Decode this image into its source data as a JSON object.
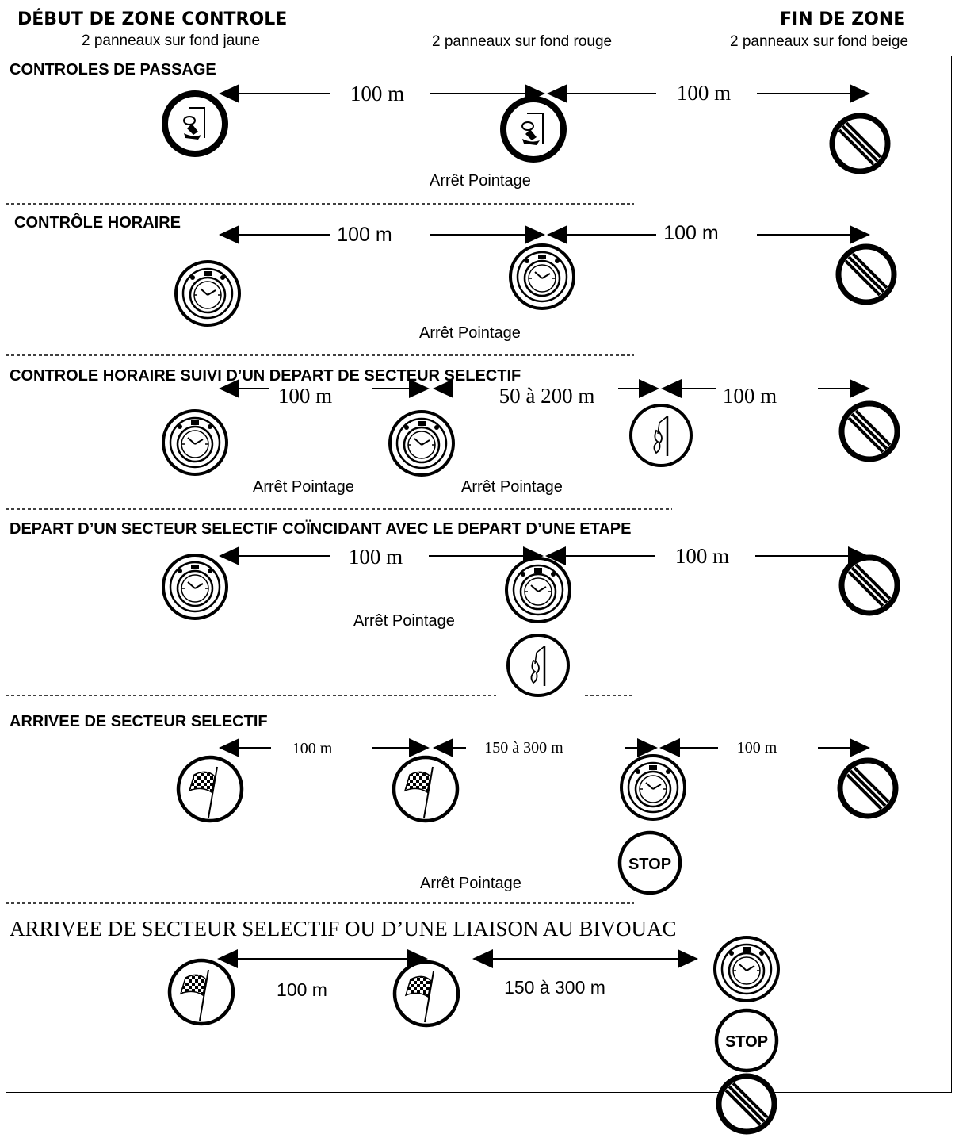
{
  "header": {
    "left_title": "DÉBUT DE ZONE CONTROLE",
    "left_sub": "2 panneaux sur fond jaune",
    "middle_sub": "2 panneaux sur fond rouge",
    "right_title": "FIN DE ZONE",
    "right_sub": "2 panneaux sur fond beige"
  },
  "sections": [
    {
      "title": "CONTROLES DE PASSAGE",
      "distances": [
        "100 m",
        "100 m"
      ],
      "signs": [
        "stamp-sign",
        "stamp-sign",
        "end-zone-sign"
      ],
      "stop_labels": [
        "Arrêt Pointage"
      ]
    },
    {
      "title": "CONTRÔLE HORAIRE",
      "distances": [
        "100 m",
        "100 m"
      ],
      "signs": [
        "clock-sign",
        "clock-sign",
        "end-zone-sign"
      ],
      "stop_labels": [
        "Arrêt Pointage"
      ]
    },
    {
      "title": "CONTROLE HORAIRE SUIVI D’UN DEPART DE SECTEUR SELECTIF",
      "distances": [
        "100 m",
        "50 à 200 m",
        "100 m"
      ],
      "signs": [
        "clock-sign",
        "clock-sign",
        "start-flag-sign",
        "end-zone-sign"
      ],
      "stop_labels": [
        "Arrêt Pointage",
        "Arrêt Pointage"
      ]
    },
    {
      "title": "DEPART D’UN SECTEUR SELECTIF COÏNCIDANT AVEC LE DEPART D’UNE ETAPE",
      "distances": [
        "100 m",
        "100 m"
      ],
      "signs": [
        "clock-sign",
        "clock-sign",
        "start-flag-sign",
        "end-zone-sign"
      ],
      "stop_labels": [
        "Arrêt Pointage"
      ]
    },
    {
      "title": "ARRIVEE DE SECTEUR SELECTIF",
      "distances": [
        "100 m",
        "150 à 300 m",
        "100 m"
      ],
      "signs": [
        "checkered-flag-sign",
        "checkered-flag-sign",
        "clock-sign",
        "stop-sign",
        "end-zone-sign"
      ],
      "stop_labels": [
        "Arrêt Pointage"
      ],
      "stop_text": "STOP"
    },
    {
      "title": "ARRIVEE DE SECTEUR SELECTIF OU D’UNE LIAISON AU BIVOUAC",
      "distances": [
        "100 m",
        "150 à 300 m"
      ],
      "signs": [
        "checkered-flag-sign",
        "checkered-flag-sign",
        "clock-sign",
        "stop-sign",
        "end-zone-sign"
      ],
      "stop_text": "STOP"
    }
  ]
}
